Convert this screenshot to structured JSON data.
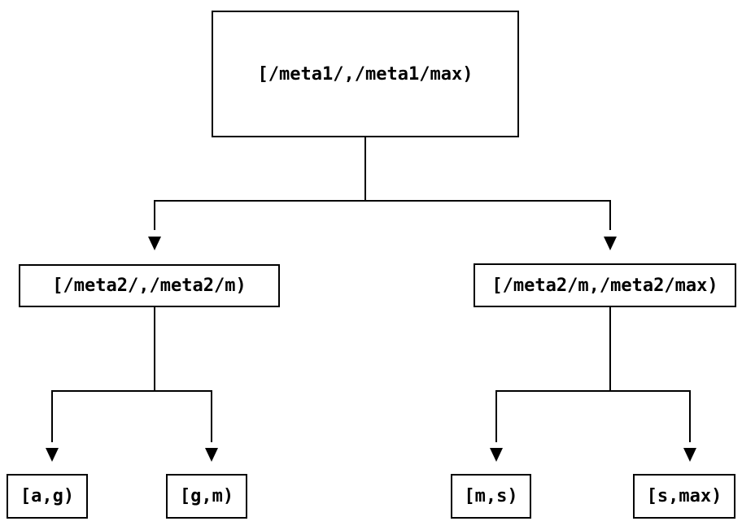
{
  "colors": {
    "background": "#ffffff",
    "line": "#000000",
    "text": "#000000"
  },
  "tree": {
    "root": {
      "label": "[/meta1/,/meta1/max)"
    },
    "children": [
      {
        "label": "[/meta2/,/meta2/m)",
        "children": [
          {
            "label": "[a,g)"
          },
          {
            "label": "[g,m)"
          }
        ]
      },
      {
        "label": "[/meta2/m,/meta2/max)",
        "children": [
          {
            "label": "[m,s)"
          },
          {
            "label": "[s,max)"
          }
        ]
      }
    ]
  }
}
